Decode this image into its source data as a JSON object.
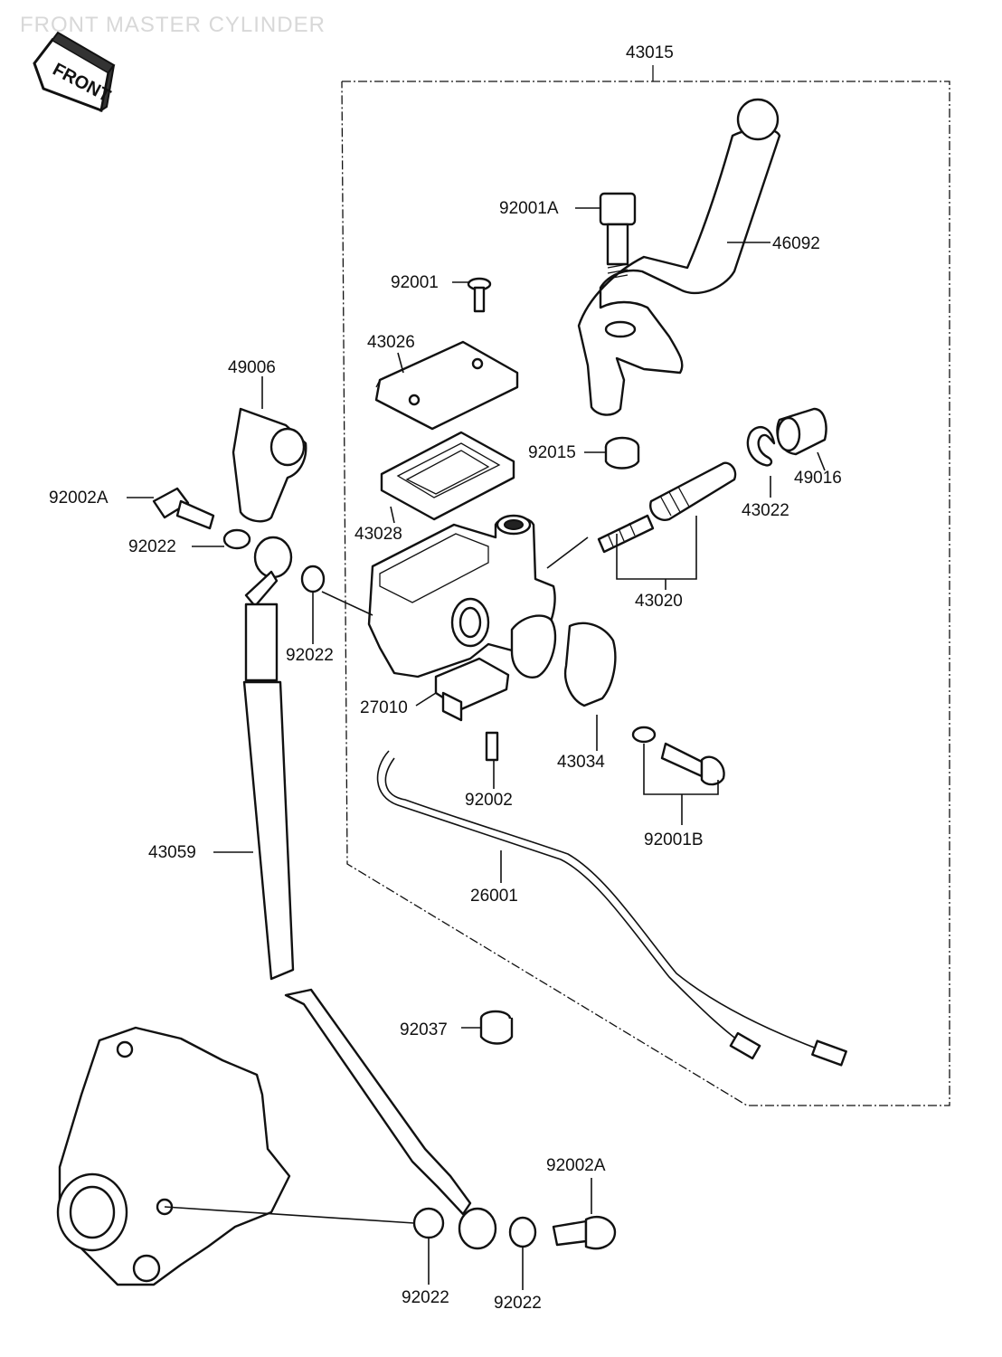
{
  "title": "FRONT MASTER CYLINDER",
  "front_label": "FRONT",
  "labels": {
    "p43015": "43015",
    "p92001A": "92001A",
    "p46092": "46092",
    "p92001": "92001",
    "p43026": "43026",
    "p49006": "49006",
    "p92015": "92015",
    "p49016": "49016",
    "p43022": "43022",
    "p92002A_left": "92002A",
    "p43028": "43028",
    "p92022_left": "92022",
    "p43020": "43020",
    "p92022_mid": "92022",
    "p27010": "27010",
    "p43034": "43034",
    "p92002": "92002",
    "p92001B": "92001B",
    "p43059": "43059",
    "p26001": "26001",
    "p92037": "92037",
    "p92002A_right": "92002A",
    "p92022_bottom1": "92022",
    "p92022_bottom2": "92022"
  }
}
